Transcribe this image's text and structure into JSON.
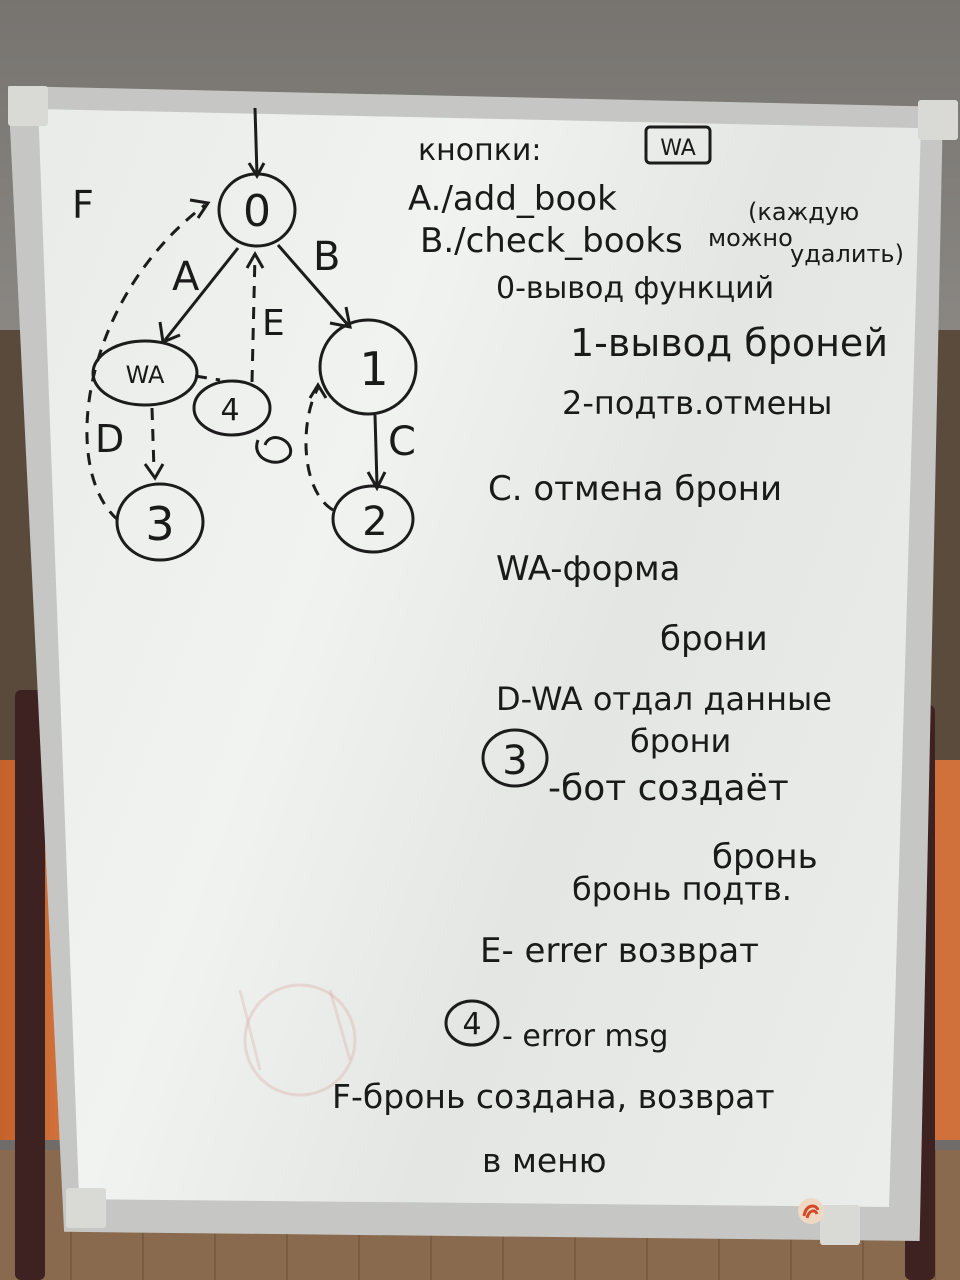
{
  "diagram": {
    "nodes": {
      "n0": "0",
      "wa": "WA",
      "n4": "4",
      "n1": "1",
      "n3": "3",
      "n2": "2"
    },
    "edges": {
      "A": "A",
      "B": "B",
      "C": "C",
      "D": "D",
      "E": "E",
      "F": "F"
    }
  },
  "notes": {
    "buttons_title": "кнопки:",
    "wa_box": "WA",
    "add_book": "A./add_book",
    "check_books": "B./check_books",
    "check_books_note_1": "(каждую",
    "check_books_note_2": "можно",
    "check_books_note_3": "удалить)",
    "line_0": "0-вывод функций",
    "line_1": "1-вывод броней",
    "line_2": "2-подтв.отмены",
    "line_c": "C. отмена брони",
    "line_wa_1": "WA-форма",
    "line_wa_2": "брони",
    "line_d_1": "D-WA отдал данные",
    "line_d_2": "брони",
    "line_3_num": "3",
    "line_3_1": "-бот создаёт",
    "line_3_2": "бронь",
    "line_3_3": "бронь подтв.",
    "line_e": "E- errer возврат",
    "line_4_num": "4",
    "line_4": "- error msg",
    "line_f_1": "F-бронь создана, возврат",
    "line_f_2": "в меню"
  },
  "colors": {
    "ink": "#1a1a1a",
    "board": "#eceeec",
    "frame": "#c6c7c4",
    "stand": "#3e2222"
  }
}
